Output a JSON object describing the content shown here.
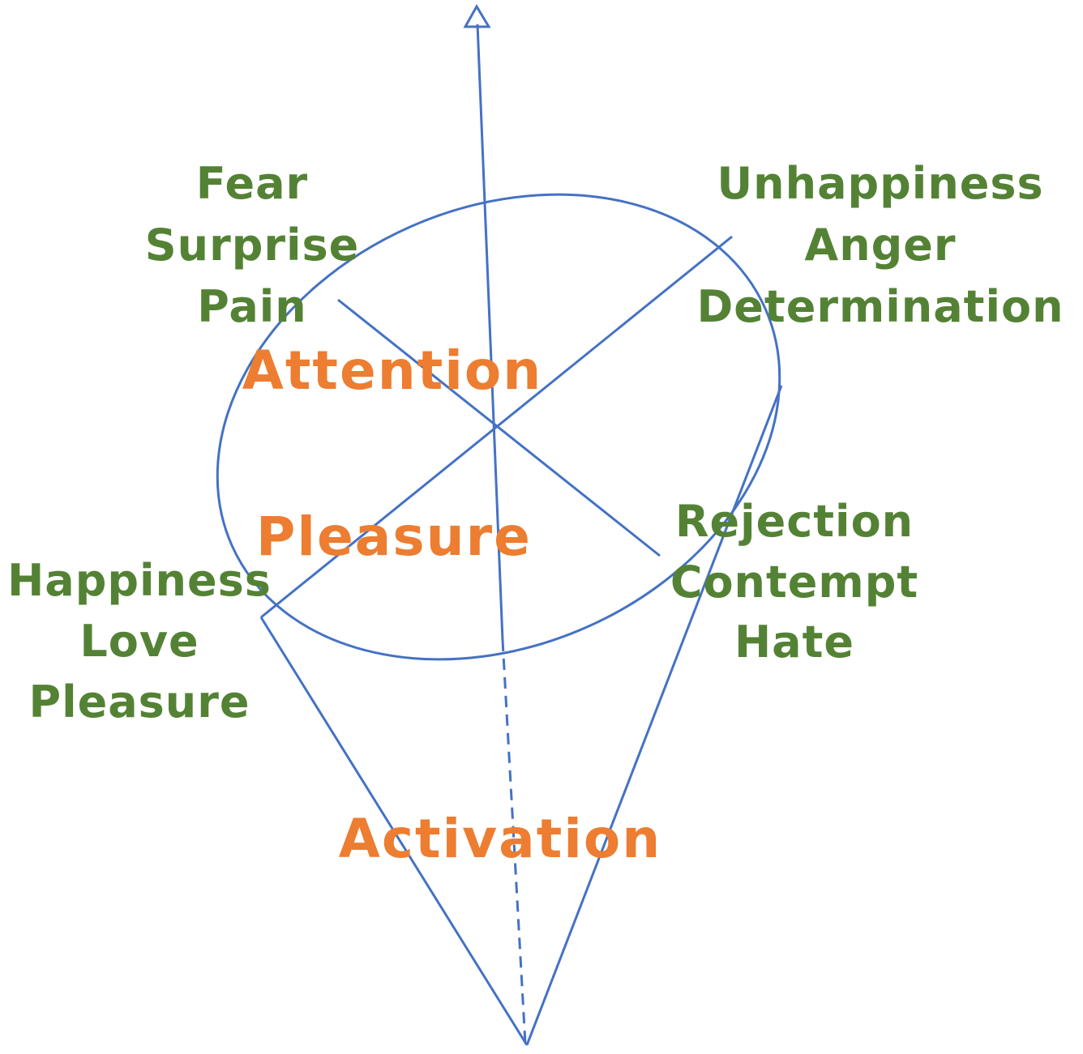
{
  "colors": {
    "line": "#4472C4",
    "emotion_text": "#548235",
    "dimension_text": "#ED7D31"
  },
  "dimensions": {
    "attention": "Attention",
    "pleasure": "Pleasure",
    "activation": "Activation"
  },
  "emotion_groups": {
    "top_left": [
      "Fear",
      "Surprise",
      "Pain"
    ],
    "top_right": [
      "Unhappiness",
      "Anger",
      "Determination"
    ],
    "bottom_left": [
      "Happiness",
      "Love",
      "Pleasure"
    ],
    "bottom_right": [
      "Rejection",
      "Contempt",
      "Hate"
    ]
  }
}
